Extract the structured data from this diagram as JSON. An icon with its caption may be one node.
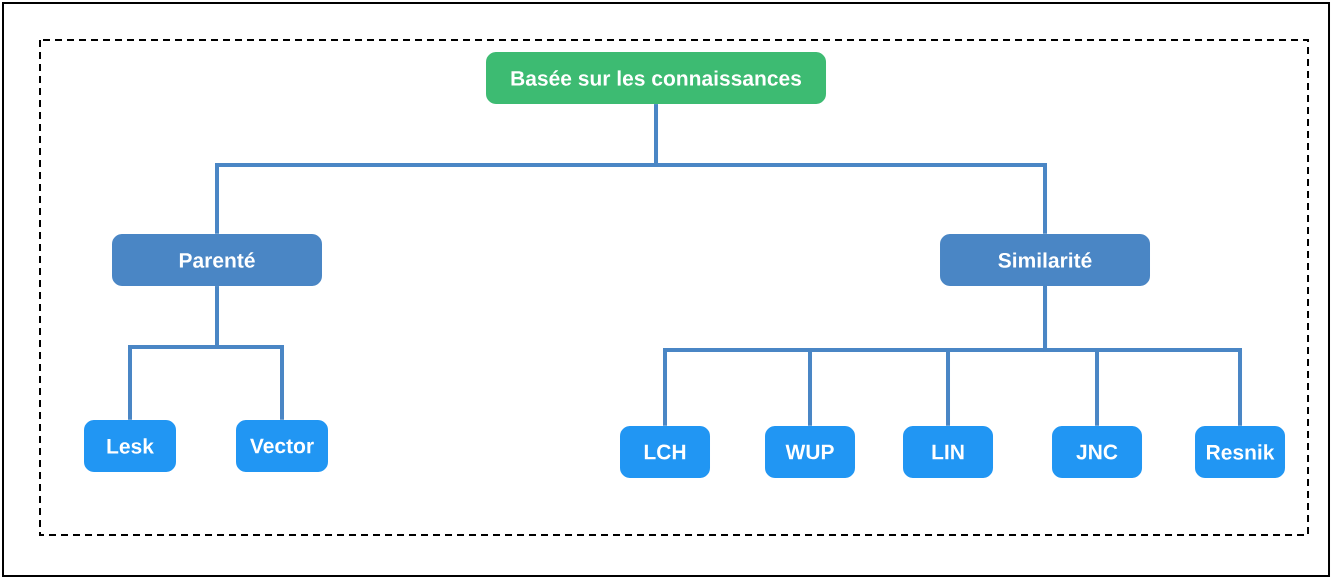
{
  "diagram": {
    "nodes": [
      {
        "text": [
          "Basée sur les connaissances"
        ]
      },
      {
        "text": [
          "Parenté"
        ]
      },
      {
        "text": [
          "Similarité"
        ]
      },
      {
        "text": [
          "Lesk"
        ]
      },
      {
        "text": [
          "Vector"
        ]
      },
      {
        "text": [
          "LCH"
        ]
      },
      {
        "text": [
          "WUP"
        ]
      },
      {
        "text": [
          "LIN"
        ]
      },
      {
        "text": [
          "JNC"
        ]
      },
      {
        "text": [
          "Resnik"
        ]
      }
    ],
    "edges": [
      {
        "from": 0,
        "to": 1,
        "arrow": "none"
      },
      {
        "from": 0,
        "to": 2,
        "arrow": "none"
      },
      {
        "from": 1,
        "to": 3,
        "arrow": "none"
      },
      {
        "from": 1,
        "to": 4,
        "arrow": "none"
      },
      {
        "from": 2,
        "to": 5,
        "arrow": "none"
      },
      {
        "from": 2,
        "to": 6,
        "arrow": "none"
      },
      {
        "from": 2,
        "to": 7,
        "arrow": "none"
      },
      {
        "from": 2,
        "to": 8,
        "arrow": "none"
      },
      {
        "from": 2,
        "to": 9,
        "arrow": "none"
      }
    ]
  }
}
